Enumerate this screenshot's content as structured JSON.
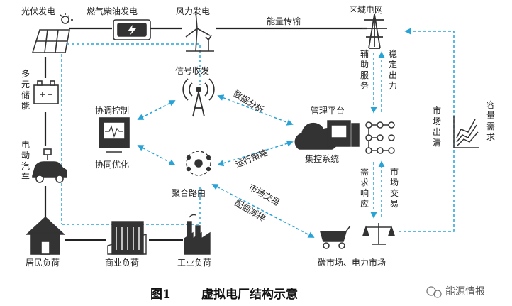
{
  "colors": {
    "solid_line": "#222222",
    "dash_line": "#29a3d6",
    "icon": "#333333",
    "text": "#222222"
  },
  "nodes": {
    "solar": "光伏发电",
    "diesel": "燃气柴油发电",
    "wind": "风力发电",
    "grid": "区域电网",
    "storage": "多元储能",
    "ev": "电动汽车",
    "residential": "居民负荷",
    "commercial": "商业负荷",
    "industrial": "工业负荷",
    "signal": "信号收发",
    "coord_control": "协调控制",
    "coord_optimize": "协同优化",
    "aggregate": "聚合路由",
    "platform_title": "管理平台",
    "platform_sub": "集控系统",
    "market": "碳市场、电力市场"
  },
  "links": {
    "energy_transfer": "能量传输",
    "aux_service": "辅助服务",
    "stable_output": "稳定出力",
    "market_clearing": "市场出清",
    "capacity_demand": "容量需求",
    "data_analysis": "数据分析",
    "operation_strategy": "运行策略",
    "demand_response": "需求响应",
    "market_trade_right": "市场交易",
    "market_trade_diag": "市场交易",
    "quota_cut": "配额减排"
  },
  "caption": {
    "label": "图1",
    "title": "虚拟电厂结构示意"
  },
  "watermark": "能源情报"
}
